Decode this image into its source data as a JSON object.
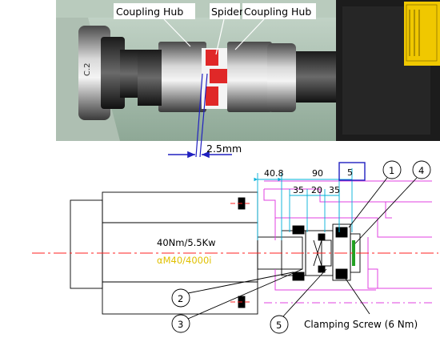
{
  "photo": {
    "labels": {
      "hub_left": "Coupling Hub",
      "spider": "Spider",
      "hub_right": "Coupling Hub"
    },
    "gap": "2.5mm"
  },
  "drawing": {
    "dims": {
      "d1": "40.8",
      "d2": "90",
      "d3": "5",
      "d4": "35",
      "d5": "20",
      "d6": "35"
    },
    "motor_rating": "40Nm/5.5Kw",
    "motor_model": "αM40/4000i",
    "callouts": {
      "c1": "1",
      "c2": "2",
      "c3": "3",
      "c4": "4",
      "c5": "5"
    },
    "clamping_note": "Clamping Screw (6 Nm)"
  },
  "colors": {
    "dim_cyan": "#00b0d8",
    "centerline_red": "#ff2020",
    "magenta": "#e040e0",
    "model_yellow": "#e0c000",
    "highlight_blue": "#2020c0",
    "spider_red": "#e02828"
  }
}
